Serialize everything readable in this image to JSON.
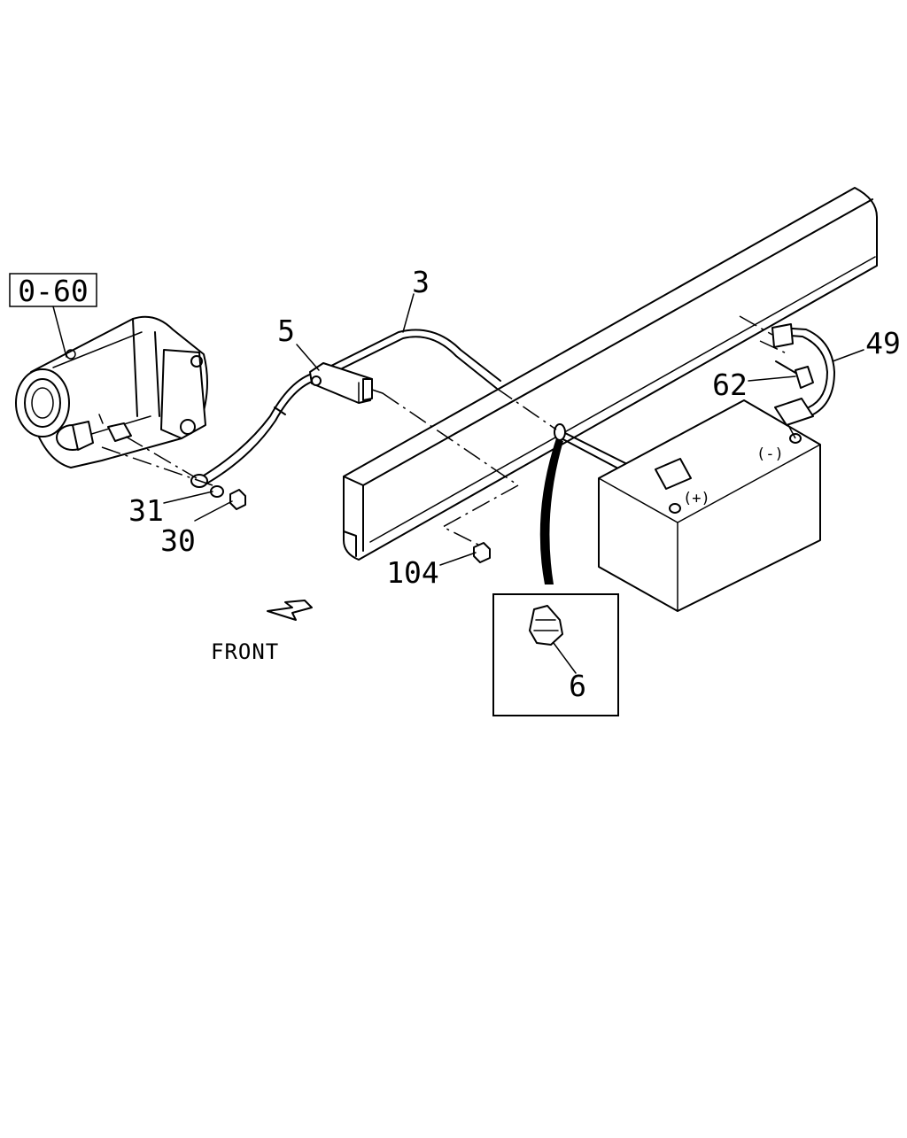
{
  "diagram": {
    "reference_box": "0-60",
    "callouts": {
      "cable_positive": "3",
      "clamp": "5",
      "cable_ground": "49",
      "bolt": "62",
      "washer": "31",
      "nut_starter": "30",
      "nut_frame": "104",
      "grommet": "6"
    },
    "battery_terminals": {
      "negative": "(-)",
      "positive": "(+)"
    },
    "direction_label": "FRONT"
  }
}
